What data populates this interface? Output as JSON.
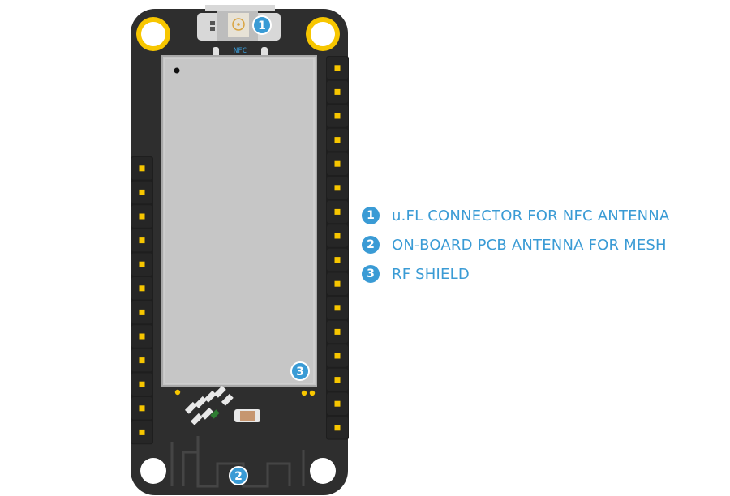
{
  "board": {
    "nfc_silk": "NFC",
    "markers": [
      {
        "number": "1"
      },
      {
        "number": "2"
      },
      {
        "number": "3"
      }
    ]
  },
  "legend": [
    {
      "number": "1",
      "text": "u.FL CONNECTOR FOR NFC ANTENNA"
    },
    {
      "number": "2",
      "text": "ON-BOARD PCB ANTENNA FOR MESH"
    },
    {
      "number": "3",
      "text": "RF SHIELD"
    }
  ],
  "colors": {
    "board": "#2e2e2e",
    "header": "#1e1e1e",
    "pin": "#f7c600",
    "mount_hole_ring": "#f7c600",
    "shield": "#c6c6c6",
    "accent": "#3a9bd5"
  }
}
